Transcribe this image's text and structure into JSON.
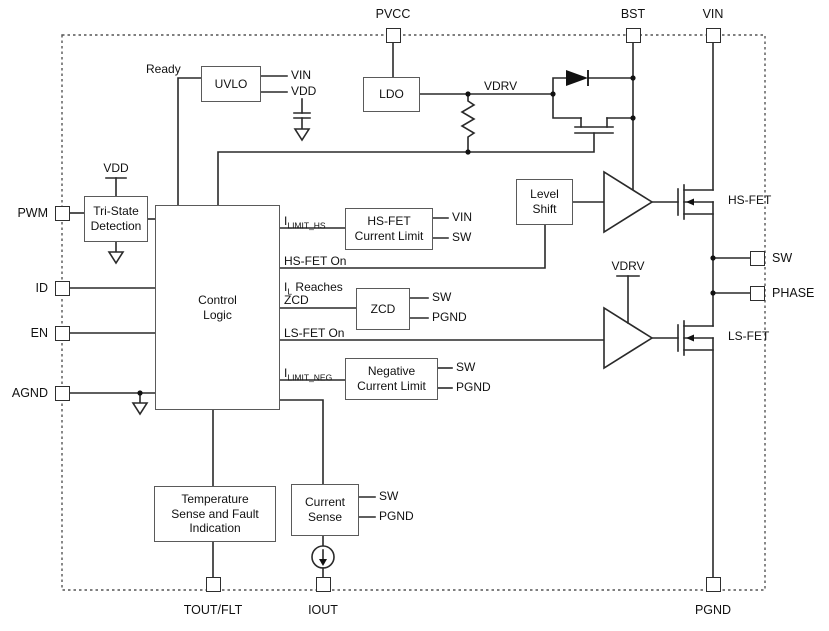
{
  "pins": {
    "top": [
      {
        "label": "PVCC"
      },
      {
        "label": "BST"
      },
      {
        "label": "VIN"
      }
    ],
    "left": [
      {
        "label": "PWM"
      },
      {
        "label": "ID"
      },
      {
        "label": "EN"
      },
      {
        "label": "AGND"
      }
    ],
    "right": [
      {
        "label": "SW"
      },
      {
        "label": "PHASE"
      }
    ],
    "bottom": [
      {
        "label": "TOUT/FLT"
      },
      {
        "label": "IOUT"
      },
      {
        "label": "PGND"
      }
    ]
  },
  "blocks": {
    "uvlo": "UVLO",
    "ldo": "LDO",
    "tristate": "Tri-State\nDetection",
    "control": "Control\nLogic",
    "hs_limit": "HS-FET\nCurrent Limit",
    "level_shift": "Level\nShift",
    "zcd": "ZCD",
    "neg_limit": "Negative\nCurrent Limit",
    "temp": "Temperature\nSense and Fault\nIndication",
    "current_sense": "Current\nSense"
  },
  "labels": {
    "ready": "Ready",
    "uvlo_vin": "VIN",
    "uvlo_vdd": "VDD",
    "tristate_vdd": "VDD",
    "vdrv_top": "VDRV",
    "vdrv_driver": "VDRV",
    "ilimit_hs": {
      "base": "I",
      "sub": "LIMIT_HS"
    },
    "hs_limit_vin": "VIN",
    "hs_limit_sw": "SW",
    "hsfet_on": "HS-FET On",
    "zcd_reach": {
      "base": "I",
      "sub": "L",
      "rest": " Reaches"
    },
    "zcd_reach_line2": "ZCD",
    "zcd_sw": "SW",
    "zcd_pgnd": "PGND",
    "lsfet_on": "LS-FET On",
    "ilimit_neg": {
      "base": "I",
      "sub": "LIMIT_NEG"
    },
    "neg_sw": "SW",
    "neg_pgnd": "PGND",
    "cs_sw": "SW",
    "cs_pgnd": "PGND",
    "hs_fet": "HS-FET",
    "ls_fet": "LS-FET"
  },
  "colors": {
    "wire": "#2a2a2a",
    "block_border": "#5a5a5a",
    "background": "#ffffff"
  }
}
